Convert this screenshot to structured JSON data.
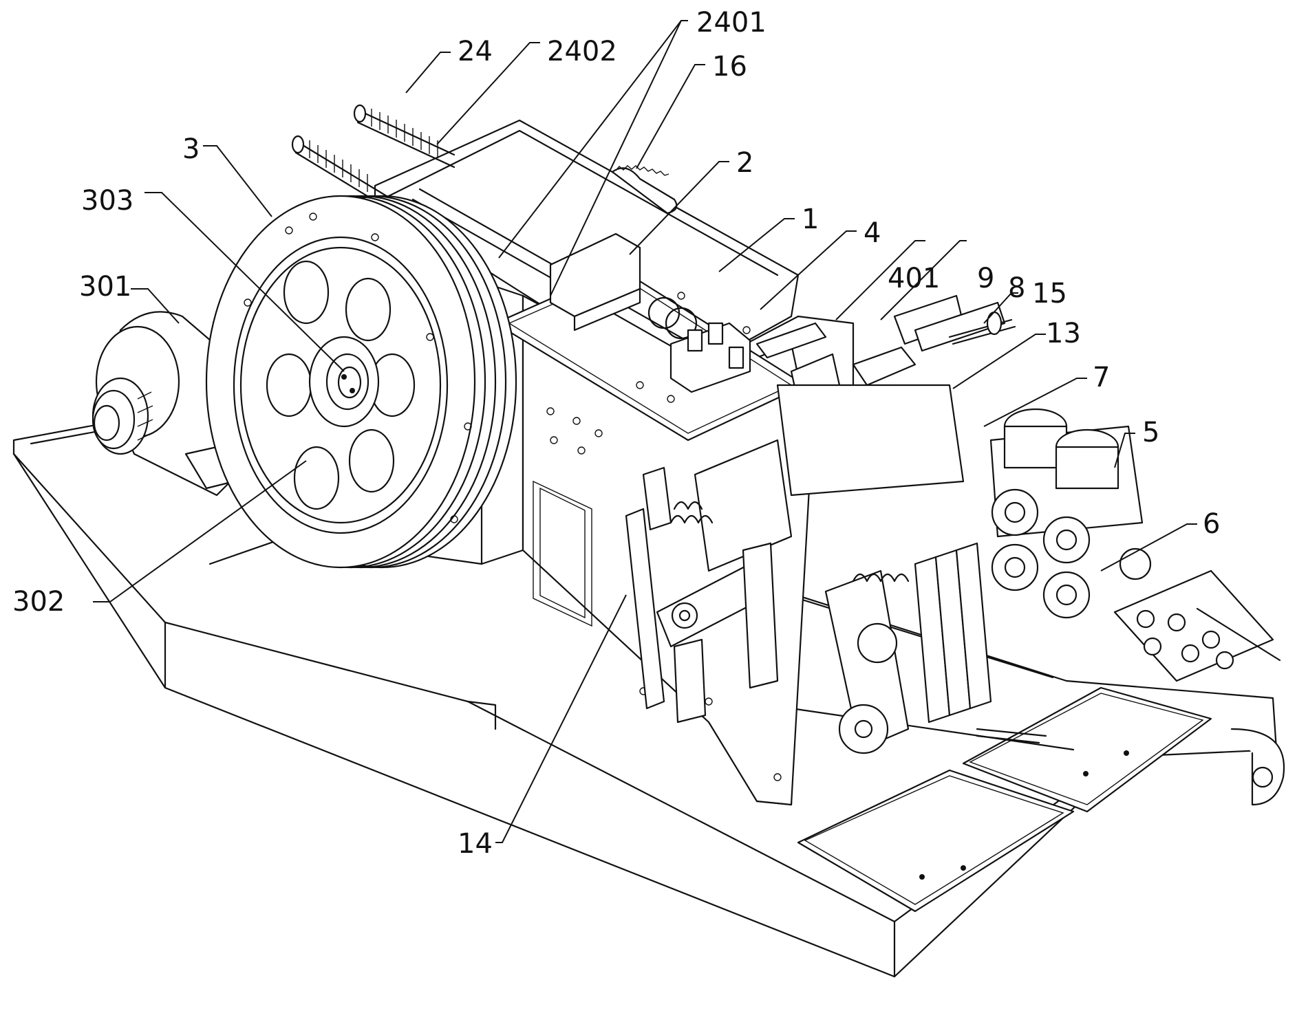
{
  "figure": {
    "labels": [
      {
        "id": "24",
        "text": "24"
      },
      {
        "id": "2402",
        "text": "2402"
      },
      {
        "id": "2401",
        "text": "2401"
      },
      {
        "id": "16",
        "text": "16"
      },
      {
        "id": "3",
        "text": "3"
      },
      {
        "id": "2",
        "text": "2"
      },
      {
        "id": "303",
        "text": "303"
      },
      {
        "id": "1",
        "text": "1"
      },
      {
        "id": "4",
        "text": "4"
      },
      {
        "id": "401",
        "text": "401"
      },
      {
        "id": "9",
        "text": "9"
      },
      {
        "id": "8",
        "text": "8"
      },
      {
        "id": "15",
        "text": "15"
      },
      {
        "id": "301",
        "text": "301"
      },
      {
        "id": "13",
        "text": "13"
      },
      {
        "id": "7",
        "text": "7"
      },
      {
        "id": "5",
        "text": "5"
      },
      {
        "id": "6",
        "text": "6"
      },
      {
        "id": "302",
        "text": "302"
      },
      {
        "id": "14",
        "text": "14"
      }
    ]
  }
}
